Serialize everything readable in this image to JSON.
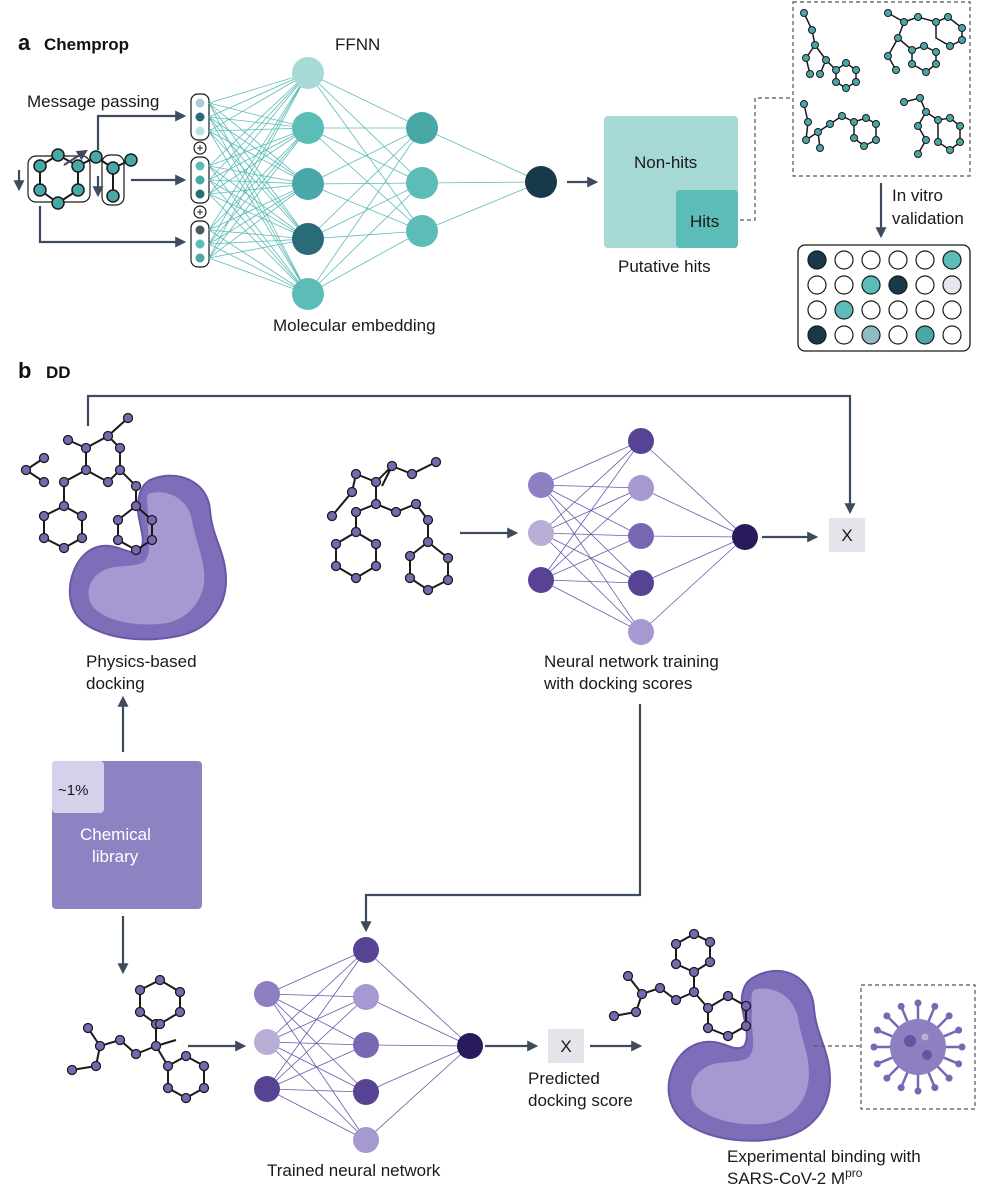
{
  "panel_a": {
    "letter": "a",
    "title": "Chemprop",
    "ffnn_label": "FFNN",
    "message_passing": "Message passing",
    "molecular_embedding": "Molecular embedding",
    "putative_hits": "Putative hits",
    "non_hits": "Non-hits",
    "hits": "Hits",
    "in_vitro_line1": "In vitro",
    "in_vitro_line2": "validation",
    "plus": "+"
  },
  "panel_b": {
    "letter": "b",
    "title": "DD",
    "physics_line1": "Physics-based",
    "physics_line2": "docking",
    "nn_training_line1": "Neural network training",
    "nn_training_line2": "with docking scores",
    "x_top": "X",
    "pct": "~1%",
    "chem_line1": "Chemical",
    "chem_line2": "library",
    "trained_nn": "Trained neural network",
    "x_bottom": "X",
    "predicted_line1": "Predicted",
    "predicted_line2": "docking score",
    "exp_line1": "Experimental binding with",
    "exp_line2_main": "SARS-CoV-2 M",
    "exp_line2_sup": "pro"
  },
  "colors": {
    "teal_light": "#a8dad8",
    "teal": "#5cbcb8",
    "teal_mid": "#48a8a8",
    "teal_dark": "#2a6b78",
    "navy": "#17394a",
    "purple_light": "#b9afd6",
    "purple": "#8e7fc0",
    "purple_mid": "#7a67b3",
    "purple_dark": "#574293",
    "purple_deep": "#2a1a5c",
    "arrow": "#3e4b5e"
  }
}
